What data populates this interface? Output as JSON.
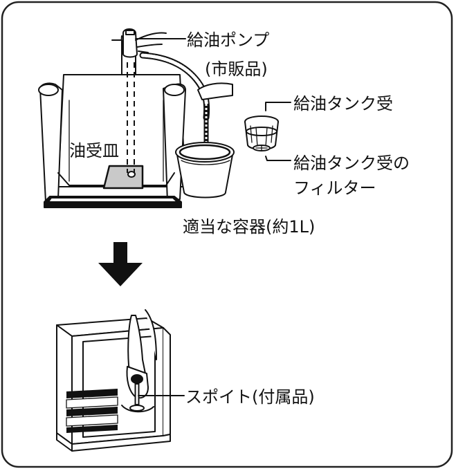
{
  "labels": {
    "pump_line1": "給油ポンプ",
    "pump_line2": "(市販品)",
    "tray": "油受皿",
    "tank_receiver": "給油タンク受",
    "filter_line1": "給油タンク受の",
    "filter_line2": "フィルター",
    "container": "適当な容器(約1L)",
    "dropper": "スポイト(付属品)"
  },
  "colors": {
    "line": "#111111",
    "tray_fill": "#c9c9c9",
    "frame_border": "#222222"
  },
  "icons": {
    "arrow": "down-arrow-icon"
  }
}
